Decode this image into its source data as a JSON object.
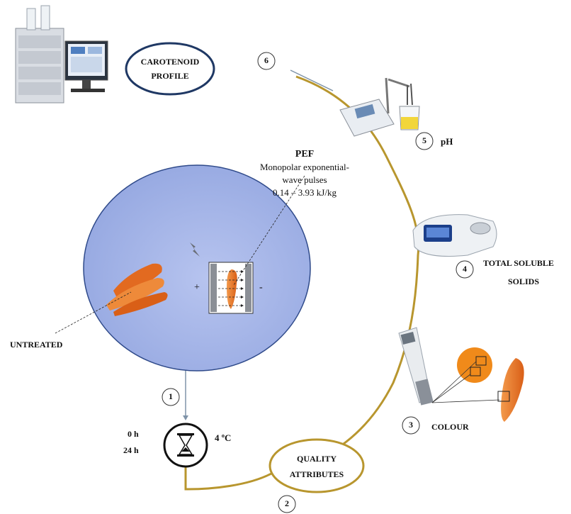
{
  "oval_labels": {
    "carotenoid_line1": "CAROTENOID",
    "carotenoid_line2": "PROFILE",
    "quality_line1": "QUALITY",
    "quality_line2": "ATTRIBUTES"
  },
  "pef": {
    "title": "PEF",
    "line1": "Monopolar exponential-",
    "line2": "wave pulses",
    "line3": "0.14 – 3.93 kJ/kg"
  },
  "chamber": {
    "plus": "+",
    "minus": "-"
  },
  "untreated": "UNTREATED",
  "storage": {
    "time1": "0 h",
    "time2": "24 h",
    "temperature": "4 ºC"
  },
  "steps": [
    {
      "number": "1",
      "label": ""
    },
    {
      "number": "2",
      "label": ""
    },
    {
      "number": "3",
      "label": "COLOUR"
    },
    {
      "number": "4",
      "label_line1": "TOTAL SOLUBLE",
      "label_line2": "SOLIDS"
    },
    {
      "number": "5",
      "label": "pH"
    },
    {
      "number": "6",
      "label": ""
    }
  ],
  "colors": {
    "cycle_line": "#b8962e",
    "oval_border": "#1f3864",
    "circle_fill_light": "#dde4f6",
    "circle_fill_dark": "#8ea0dc",
    "circle_border": "#2f4a8a",
    "carrot": "#e8742a",
    "gray_line": "#7f93a8"
  }
}
